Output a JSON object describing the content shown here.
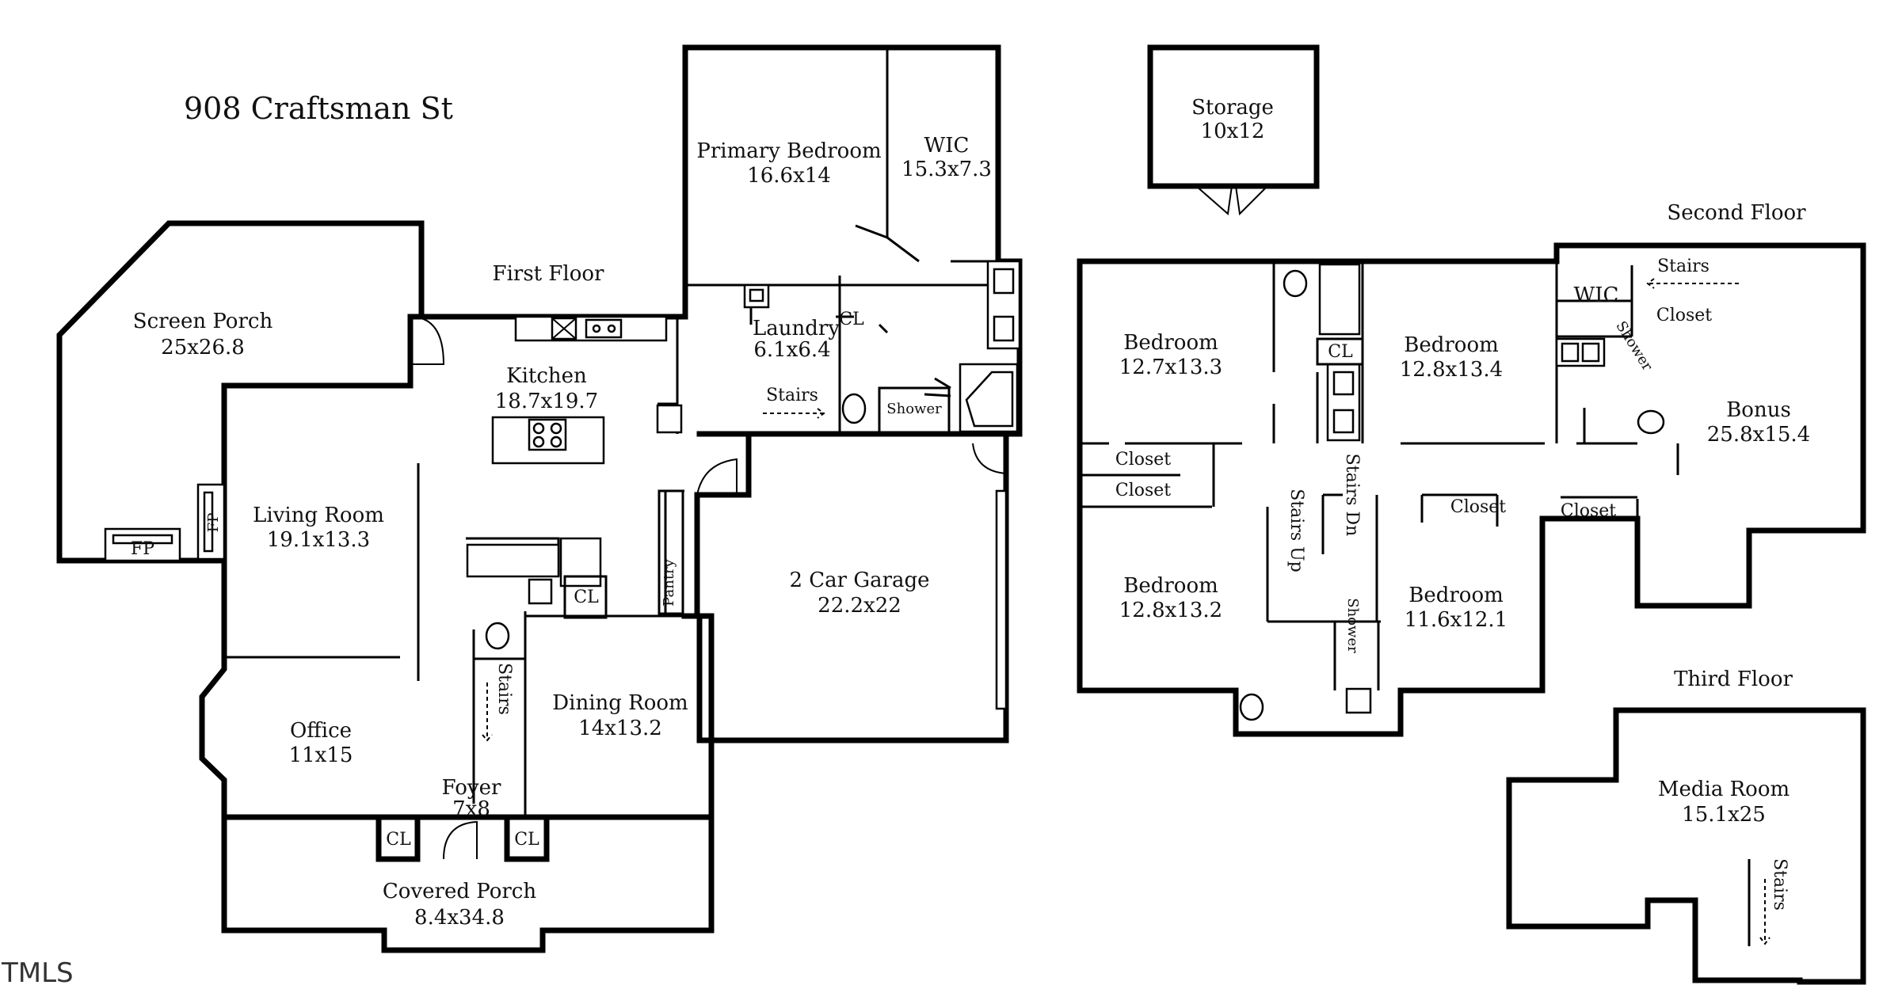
{
  "title": "908 Craftsman St",
  "watermark": "TMLS",
  "floors": {
    "first": "First Floor",
    "second": "Second Floor",
    "third": "Third Floor"
  },
  "rooms": {
    "screen_porch": {
      "name": "Screen Porch",
      "size": "25x26.8"
    },
    "primary_bedroom": {
      "name": "Primary Bedroom",
      "size": "16.6x14"
    },
    "wic_first": {
      "name": "WIC",
      "size": "15.3x7.3"
    },
    "kitchen": {
      "name": "Kitchen",
      "size": "18.7x19.7"
    },
    "laundry": {
      "name": "Laundry",
      "size": "6.1x6.4"
    },
    "living_room": {
      "name": "Living Room",
      "size": "19.1x13.3"
    },
    "garage": {
      "name": "2 Car Garage",
      "size": "22.2x22"
    },
    "dining_room": {
      "name": "Dining Room",
      "size": "14x13.2"
    },
    "office": {
      "name": "Office",
      "size": "11x15"
    },
    "foyer": {
      "name": "Foyer",
      "size": "7x8"
    },
    "covered_porch": {
      "name": "Covered Porch",
      "size": "8.4x34.8"
    },
    "storage": {
      "name": "Storage",
      "size": "10x12"
    },
    "bedroom_a": {
      "name": "Bedroom",
      "size": "12.7x13.3"
    },
    "bedroom_b": {
      "name": "Bedroom",
      "size": "12.8x13.4"
    },
    "bonus": {
      "name": "Bonus",
      "size": "25.8x15.4"
    },
    "bedroom_c": {
      "name": "Bedroom",
      "size": "12.8x13.2"
    },
    "bedroom_d": {
      "name": "Bedroom",
      "size": "11.6x12.1"
    },
    "media_room": {
      "name": "Media Room",
      "size": "15.1x25"
    }
  },
  "small_labels": {
    "fp": "FP",
    "cl": "CL",
    "stairs": "Stairs",
    "shower": "Shower",
    "pantry": "Pantry",
    "closet": "Closet",
    "wic": "WIC",
    "stairs_dn": "Stairs Dn",
    "stairs_up": "Stairs Up"
  }
}
